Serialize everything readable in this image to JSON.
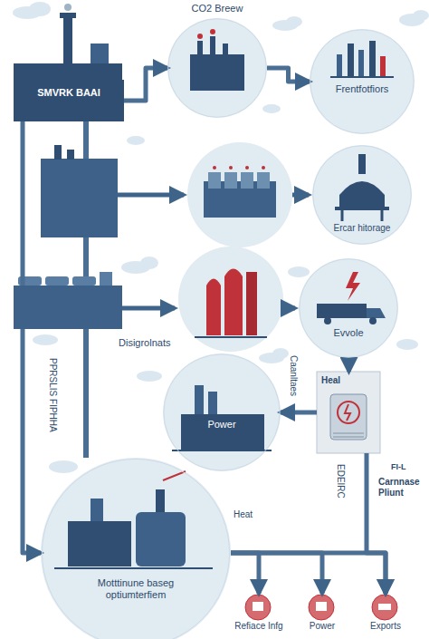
{
  "diagram": {
    "nodes": [
      {
        "text": [
          "SMVRK BAAI"
        ]
      },
      {
        "text": [
          "CO2 Breew"
        ]
      },
      {
        "text": [
          "Frentfotfiors"
        ]
      },
      {
        "text": [
          "Ercar hitorage"
        ]
      },
      {
        "text": [
          "Disigrolnats"
        ]
      },
      {
        "text": [
          "Evvole"
        ]
      },
      {
        "text": [
          "Power"
        ]
      },
      {
        "text": [
          "Heal"
        ]
      },
      {
        "text": [
          "Motttinune baseg optiumterfiem"
        ]
      },
      {
        "text": [
          "Refiace Infg"
        ]
      },
      {
        "text": [
          "Power"
        ]
      },
      {
        "text": [
          "Exports"
        ]
      }
    ],
    "edges": [
      {
        "from": 0,
        "to": 1,
        "arrow": "to"
      },
      {
        "from": 1,
        "to": 2,
        "arrow": "to"
      },
      {
        "from": 5,
        "to": 7,
        "arrow": "to"
      },
      {
        "from": 7,
        "to": 6,
        "arrow": "to"
      },
      {
        "from": 0,
        "to": 8,
        "arrow": "to"
      },
      {
        "from": 8,
        "to": 9,
        "arrow": "to"
      },
      {
        "from": 8,
        "to": 10,
        "arrow": "to"
      },
      {
        "from": 8,
        "to": 11,
        "arrow": "to"
      },
      {
        "from": 7,
        "to": 11,
        "arrow": "to"
      }
    ],
    "labels": [
      "Caanltaes",
      "PPRSLIS FIPHHA",
      "EDEIRC",
      "FI-L",
      "Carnnase Pliunt",
      "Heat"
    ]
  }
}
